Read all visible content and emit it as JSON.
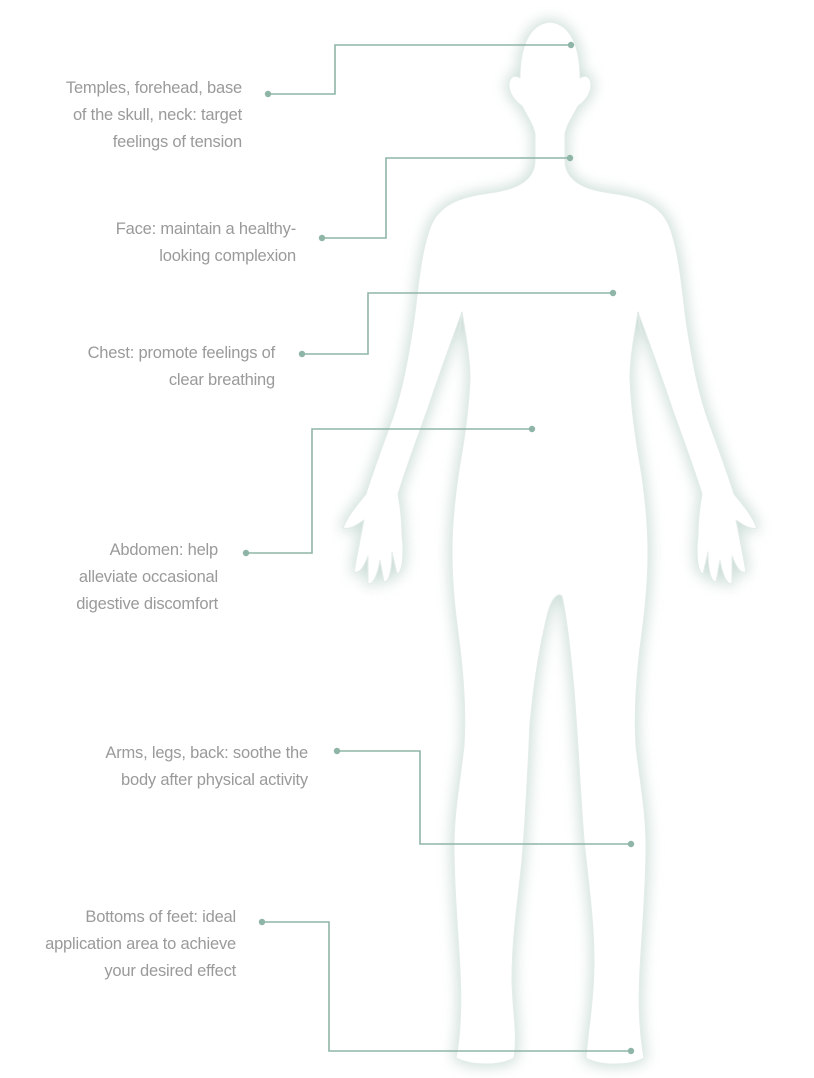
{
  "colors": {
    "background": "#ffffff",
    "text": "#9a9a9a",
    "leader_line": "#8fb5a6",
    "body_fill": "#ffffff",
    "body_glow": "#c9dcd4"
  },
  "annotations": [
    {
      "id": "head",
      "lines": [
        "Temples, forehead, base",
        "of the skull, neck: target",
        "feelings of tension"
      ]
    },
    {
      "id": "face",
      "lines": [
        "Face: maintain a healthy-",
        "looking complexion"
      ]
    },
    {
      "id": "chest",
      "lines": [
        "Chest: promote feelings of",
        "clear breathing"
      ]
    },
    {
      "id": "abdomen",
      "lines": [
        "Abdomen: help",
        "alleviate occasional",
        "digestive discomfort"
      ]
    },
    {
      "id": "limbs",
      "lines": [
        "Arms, legs, back: soothe the",
        "body after physical activity"
      ]
    },
    {
      "id": "feet",
      "lines": [
        "Bottoms of feet: ideal",
        "application area to achieve",
        "your desired effect"
      ]
    }
  ]
}
